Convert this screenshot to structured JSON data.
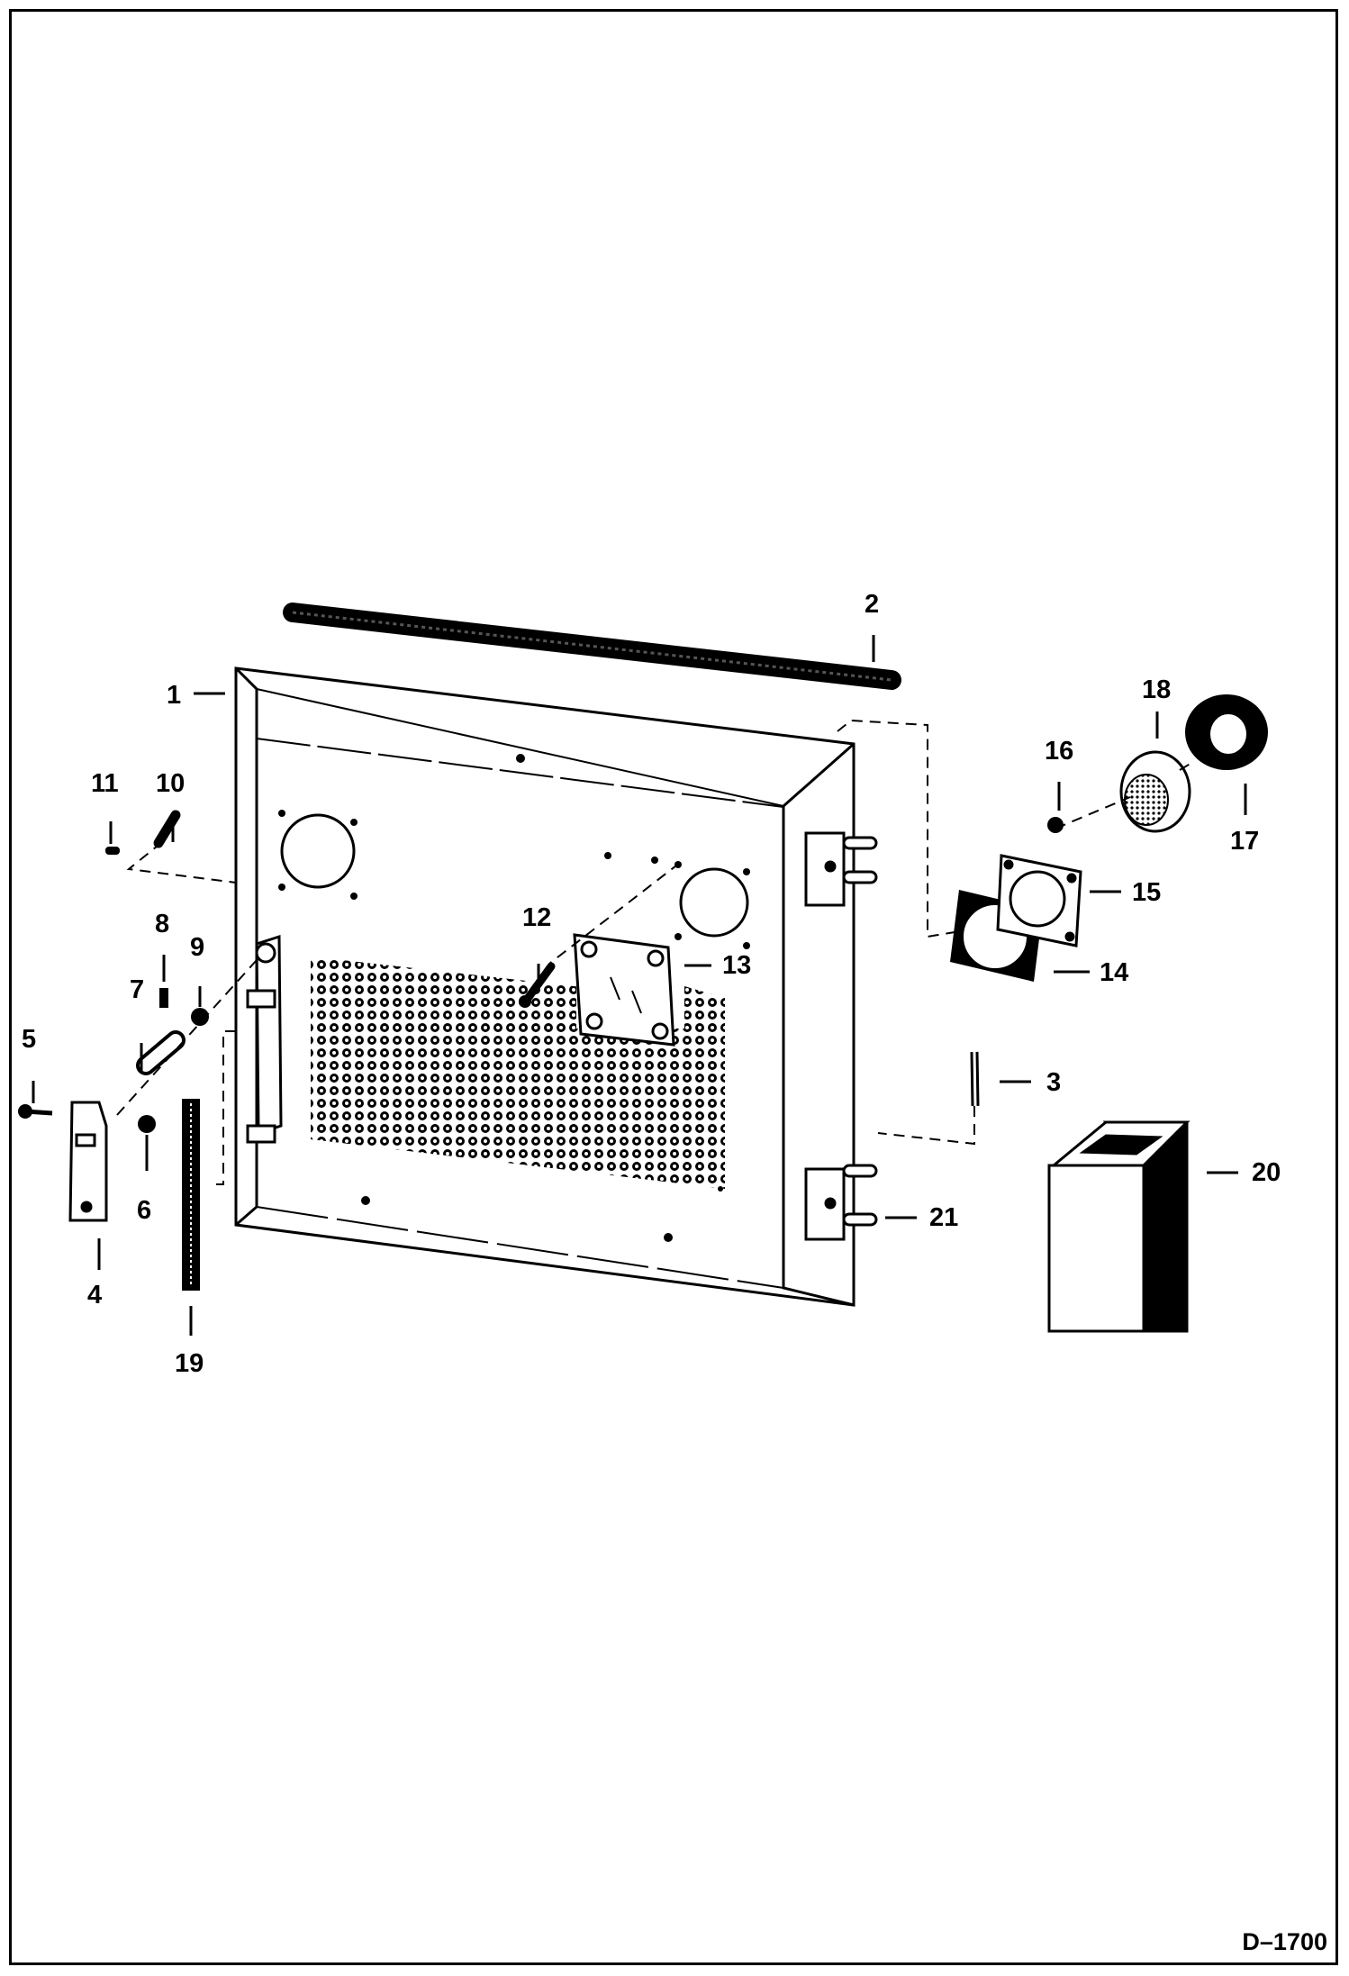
{
  "figure_id": "D–1700",
  "callouts": [
    {
      "id": "c1",
      "text": "1"
    },
    {
      "id": "c2",
      "text": "2"
    },
    {
      "id": "c3",
      "text": "3"
    },
    {
      "id": "c4",
      "text": "4"
    },
    {
      "id": "c5",
      "text": "5"
    },
    {
      "id": "c6",
      "text": "6"
    },
    {
      "id": "c7",
      "text": "7"
    },
    {
      "id": "c8",
      "text": "8"
    },
    {
      "id": "c9",
      "text": "9"
    },
    {
      "id": "c10",
      "text": "10"
    },
    {
      "id": "c11",
      "text": "11"
    },
    {
      "id": "c12",
      "text": "12"
    },
    {
      "id": "c13",
      "text": "13"
    },
    {
      "id": "c14",
      "text": "14"
    },
    {
      "id": "c15",
      "text": "15"
    },
    {
      "id": "c16",
      "text": "16"
    },
    {
      "id": "c17",
      "text": "17"
    },
    {
      "id": "c18",
      "text": "18"
    },
    {
      "id": "c19",
      "text": "19"
    },
    {
      "id": "c20",
      "text": "20"
    },
    {
      "id": "c21",
      "text": "21"
    }
  ]
}
